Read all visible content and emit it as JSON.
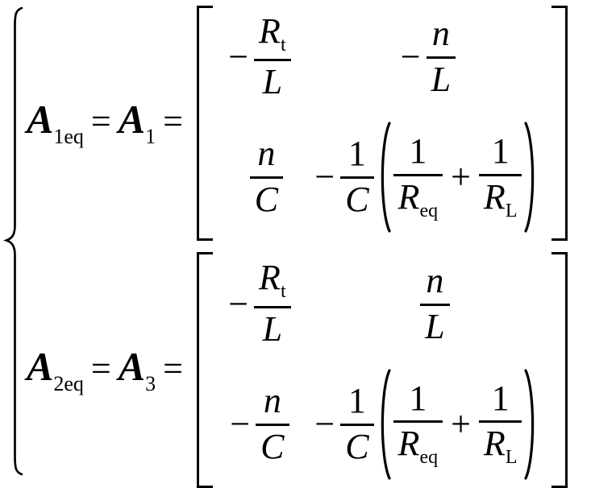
{
  "system": {
    "background_color": "#ffffff",
    "ink_color": "#000000",
    "brace": "{"
  },
  "eq1": {
    "lhs": {
      "base": "A",
      "sub": "1eq"
    },
    "rel1": "=",
    "mid": {
      "base": "A",
      "sub": "1"
    },
    "rel2": "=",
    "matrix": {
      "open_bracket": "[",
      "close_bracket": "]",
      "r1c1": {
        "sign": "−",
        "num": "R",
        "num_sub": "t",
        "den": "L"
      },
      "r1c2": {
        "sign": "−",
        "num": "n",
        "den": "L"
      },
      "r2c1": {
        "sign": "",
        "num": "n",
        "den": "C"
      },
      "r2c2": {
        "sign": "−",
        "coef_num": "1",
        "coef_den": "C",
        "open_paren": "(",
        "term1": {
          "num": "1",
          "den": "R",
          "den_sub": "eq"
        },
        "op": "+",
        "term2": {
          "num": "1",
          "den": "R",
          "den_sub": "L"
        },
        "close_paren": ")"
      }
    }
  },
  "eq2": {
    "lhs": {
      "base": "A",
      "sub": "2eq"
    },
    "rel1": "=",
    "mid": {
      "base": "A",
      "sub": "3"
    },
    "rel2": "=",
    "matrix": {
      "open_bracket": "[",
      "close_bracket": "]",
      "r1c1": {
        "sign": "−",
        "num": "R",
        "num_sub": "t",
        "den": "L"
      },
      "r1c2": {
        "sign": "",
        "num": "n",
        "den": "L"
      },
      "r2c1": {
        "sign": "−",
        "num": "n",
        "den": "C"
      },
      "r2c2": {
        "sign": "−",
        "coef_num": "1",
        "coef_den": "C",
        "open_paren": "(",
        "term1": {
          "num": "1",
          "den": "R",
          "den_sub": "eq"
        },
        "op": "+",
        "term2": {
          "num": "1",
          "den": "R",
          "den_sub": "L"
        },
        "close_paren": ")"
      }
    }
  }
}
